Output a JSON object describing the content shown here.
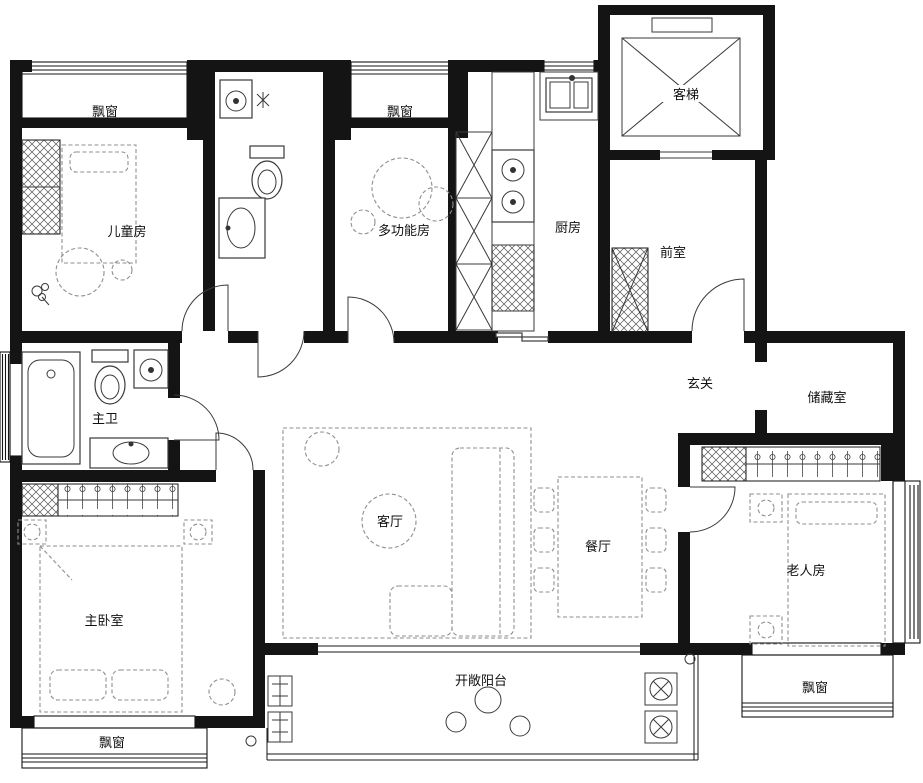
{
  "colors": {
    "wall": "#141414",
    "furniture": "#8f8f8f",
    "fixture": "#3a3a3a",
    "background": "#ffffff"
  },
  "labels": {
    "bay_window": "飘窗",
    "children_room": "儿童房",
    "multi_function_room": "多功能房",
    "kitchen": "厨房",
    "elevator": "客梯",
    "vestibule": "前室",
    "foyer": "玄关",
    "storage": "储藏室",
    "master_bath": "主卫",
    "living_room": "客厅",
    "dining_room": "餐厅",
    "elder_room": "老人房",
    "master_bedroom": "主卧室",
    "open_balcony": "开敞阳台"
  }
}
